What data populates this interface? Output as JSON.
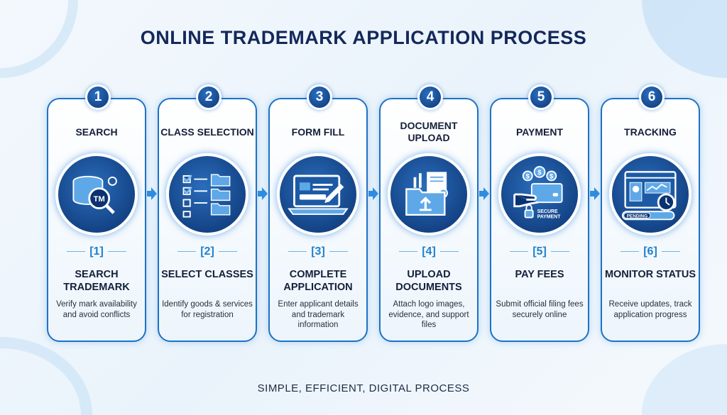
{
  "title": "ONLINE TRADEMARK APPLICATION PROCESS",
  "footer": "SIMPLE, EFFICIENT, DIGITAL PROCESS",
  "colors": {
    "accent": "#1e82cc",
    "dark": "#14285a",
    "icon_bg": "#0b3270"
  },
  "steps": [
    {
      "number": "1",
      "title": "SEARCH",
      "icon": "database-tm-magnifier-icon",
      "tag": "[1]",
      "headline": "SEARCH TRADEMARK",
      "description": "Verify mark availability and avoid conflicts"
    },
    {
      "number": "2",
      "title": "CLASS SELECTION",
      "icon": "checklist-folders-icon",
      "tag": "[2]",
      "headline": "SELECT CLASSES",
      "description": "Identify goods & services for registration"
    },
    {
      "number": "3",
      "title": "FORM FILL",
      "icon": "laptop-form-pen-icon",
      "tag": "[3]",
      "headline": "COMPLETE APPLICATION",
      "description": "Enter applicant details and trademark information"
    },
    {
      "number": "4",
      "title": "DOCUMENT UPLOAD",
      "icon": "folder-upload-icon",
      "tag": "[4]",
      "headline": "UPLOAD DOCUMENTS",
      "description": "Attach logo images, evidence, and support files"
    },
    {
      "number": "5",
      "title": "PAYMENT",
      "icon": "card-payment-icon",
      "tag": "[5]",
      "headline": "PAY FEES",
      "description": "Submit official filing fees securely online",
      "icon_text": "SECURE PAYMENT"
    },
    {
      "number": "6",
      "title": "TRACKING",
      "icon": "dashboard-clock-icon",
      "tag": "[6]",
      "headline": "MONITOR STATUS",
      "description": "Receive updates, track application progress",
      "icon_text": "PENDING"
    }
  ]
}
